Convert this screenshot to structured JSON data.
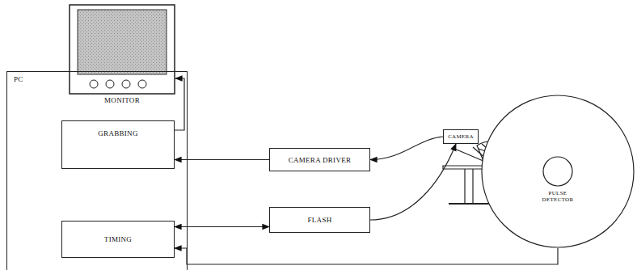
{
  "diagram": {
    "nodes": [
      {
        "text": [
          "MONITOR"
        ]
      },
      {
        "text": [
          "PC"
        ]
      },
      {
        "text": [
          "GRABBING"
        ],
        "in": 1
      },
      {
        "text": [
          "TIMING"
        ],
        "in": 1
      },
      {
        "text": [
          "CAMERA DRIVER"
        ]
      },
      {
        "text": [
          "FLASH"
        ]
      },
      {
        "text": [
          "CAMERA"
        ]
      },
      {
        "text": [
          "PULSE DETECTOR"
        ]
      }
    ],
    "edges": [
      {
        "from": 2,
        "to": 0,
        "arrow": "to"
      },
      {
        "from": 4,
        "to": 2,
        "arrow": "to"
      },
      {
        "from": 3,
        "to": 5,
        "arrow": "both"
      },
      {
        "from": 6,
        "to": 4,
        "arrow": "to"
      },
      {
        "from": 5,
        "to": 6,
        "arrow": "to"
      },
      {
        "from": 7,
        "to": 3,
        "arrow": "to"
      }
    ]
  }
}
